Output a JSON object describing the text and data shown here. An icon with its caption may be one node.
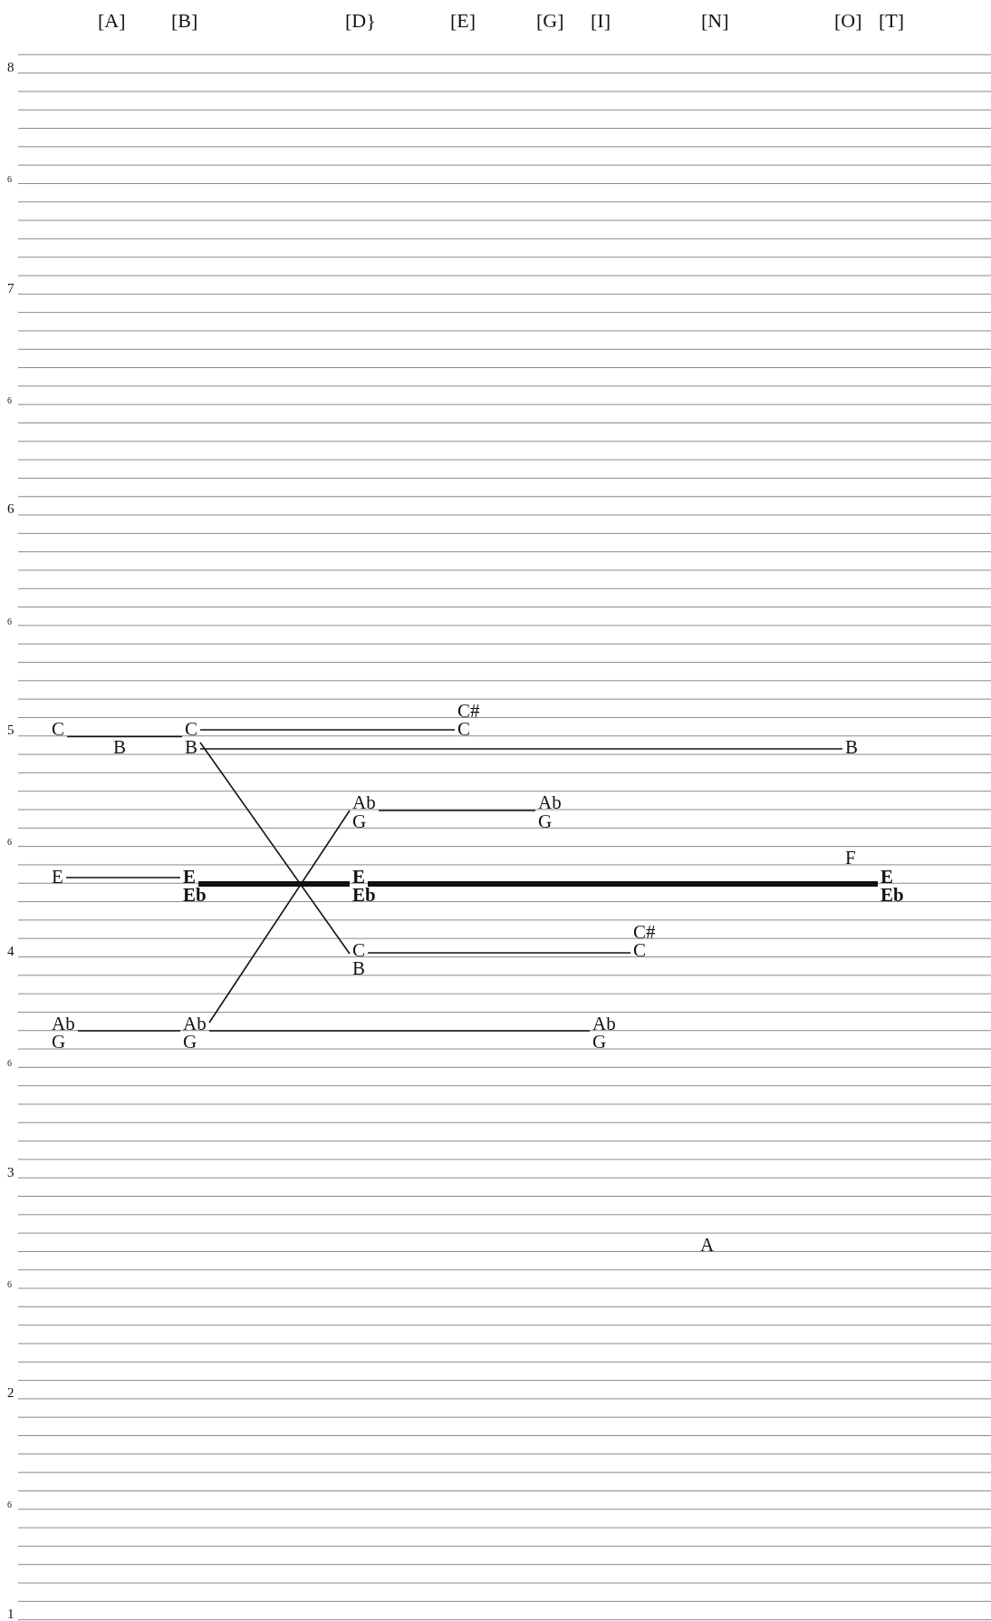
{
  "diagram": {
    "nodes": [
      {
        "text": [
          "C"
        ]
      },
      {
        "text": [
          "C"
        ]
      },
      {
        "text": [
          "C"
        ]
      },
      {
        "text": [
          "B"
        ]
      },
      {
        "text": [
          "B"
        ]
      },
      {
        "text": [
          "Ab"
        ]
      },
      {
        "text": [
          "Ab"
        ]
      },
      {
        "text": [
          "E"
        ]
      },
      {
        "text": [
          "E"
        ]
      },
      {
        "text": [
          "E"
        ]
      },
      {
        "text": [
          "E"
        ]
      },
      {
        "text": [
          "C"
        ]
      },
      {
        "text": [
          "C"
        ]
      },
      {
        "text": [
          "Ab"
        ]
      },
      {
        "text": [
          "Ab"
        ]
      },
      {
        "text": [
          "Ab"
        ]
      }
    ],
    "edges": [
      {
        "from": 0,
        "to": 1,
        "arrow": "none"
      },
      {
        "from": 1,
        "to": 2,
        "arrow": "none"
      },
      {
        "from": 3,
        "to": 4,
        "arrow": "none"
      },
      {
        "from": 3,
        "to": 11,
        "arrow": "none"
      },
      {
        "from": 14,
        "to": 5,
        "arrow": "none"
      },
      {
        "from": 5,
        "to": 6,
        "arrow": "none"
      },
      {
        "from": 7,
        "to": 8,
        "arrow": "none"
      },
      {
        "from": 8,
        "to": 9,
        "arrow": "none",
        "style": "thick"
      },
      {
        "from": 9,
        "to": 10,
        "arrow": "none",
        "style": "thick"
      },
      {
        "from": 11,
        "to": 12,
        "arrow": "none"
      },
      {
        "from": 13,
        "to": 14,
        "arrow": "none"
      },
      {
        "from": 14,
        "to": 15,
        "arrow": "none"
      }
    ],
    "labels": [
      "[A]",
      "[B]",
      "[D}",
      "[E]",
      "[G]",
      "[I]",
      "[N]",
      "[O]",
      "[T]",
      "8",
      "6",
      "7",
      "6",
      "6",
      "6",
      "5",
      "6",
      "4",
      "6",
      "3",
      "6",
      "2",
      "6",
      "1",
      "C#",
      "B",
      "G",
      "G",
      "F",
      "Eb",
      "Eb",
      "Eb",
      "C#",
      "B",
      "G",
      "G",
      "G",
      "A"
    ]
  }
}
